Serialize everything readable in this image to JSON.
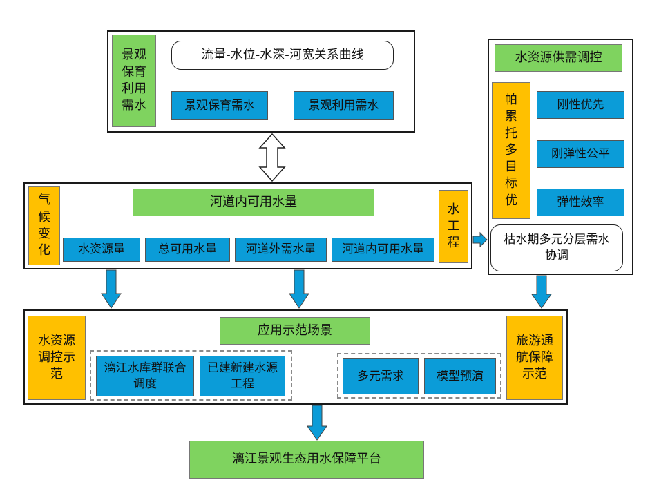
{
  "top_module": {
    "side_label": "景观保育利用需水",
    "curve": "流量-水位-水深-河宽关系曲线",
    "items": [
      "景观保育需水",
      "景观利用需水"
    ]
  },
  "middle_module": {
    "title": "河道内可用水量",
    "left_label": "气候变化",
    "right_label": "水工程",
    "items": [
      "水资源量",
      "总可用水量",
      "河道外需水量",
      "河道内可用水量"
    ]
  },
  "right_module": {
    "title": "水资源供需调控",
    "side_label": "帕累托多目标优",
    "items": [
      "刚性优先",
      "刚弹性公平",
      "弹性效率"
    ],
    "bottom": "枯水期多元分层需水协调"
  },
  "bottom_module": {
    "title": "应用示范场景",
    "left_label": "水资源调控示范",
    "right_label": "旅游通航保障示范",
    "group1": [
      "漓江水库群联合调度",
      "已建新建水源工程"
    ],
    "group2": [
      "多元需求",
      "模型预演"
    ]
  },
  "platform": "漓江景观生态用水保障平台"
}
